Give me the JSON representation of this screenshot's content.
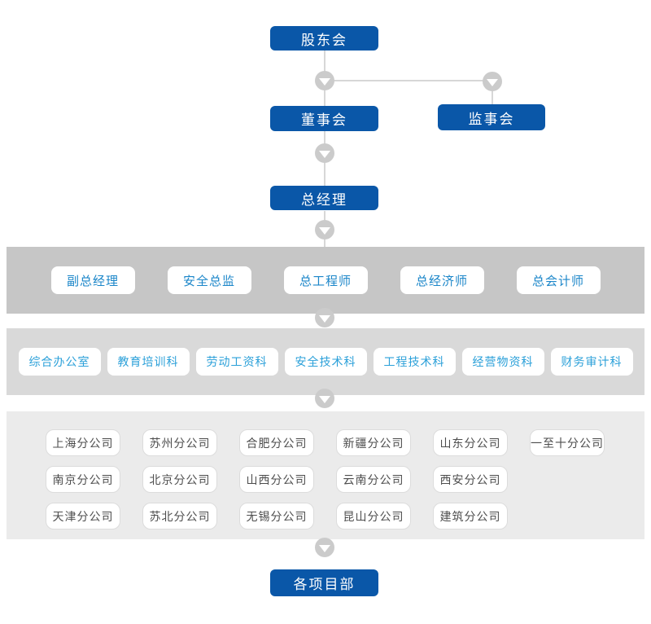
{
  "nodes": {
    "shareholders": "股东会",
    "board_of_directors": "董事会",
    "supervisory_board": "监事会",
    "general_manager": "总经理",
    "project_departments": "各项目部"
  },
  "executive_band": {
    "items": [
      "副总经理",
      "安全总监",
      "总工程师",
      "总经济师",
      "总会计师"
    ]
  },
  "department_band": {
    "items": [
      "综合办公室",
      "教育培训科",
      "劳动工资科",
      "安全技术科",
      "工程技术科",
      "经营物资科",
      "财务审计科"
    ]
  },
  "branch_band": {
    "rows": [
      [
        "上海分公司",
        "苏州分公司",
        "合肥分公司",
        "新疆分公司",
        "山东分公司",
        "一至十分公司"
      ],
      [
        "南京分公司",
        "北京分公司",
        "山西分公司",
        "云南分公司",
        "西安分公司"
      ],
      [
        "天津分公司",
        "苏北分公司",
        "无锡分公司",
        "昆山分公司",
        "建筑分公司"
      ]
    ]
  },
  "colors": {
    "primary_blue": "#0a57a8",
    "executive_band_bg": "#c6c6c6",
    "department_band_bg": "#d9d9d9",
    "branch_band_bg": "#ebebeb",
    "executive_text": "#1b86c9",
    "department_text": "#2ba0d9",
    "branch_text": "#4d4d4d",
    "connector_gray": "#cbcbcb"
  },
  "icons": {
    "connector": "chevron-down-in-circle"
  }
}
